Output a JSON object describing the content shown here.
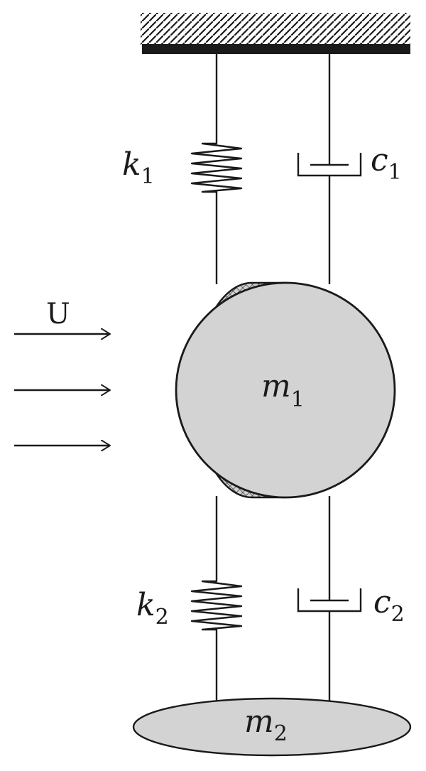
{
  "labels": {
    "spring_top": {
      "sym": "k",
      "sub": "1"
    },
    "damper_top": {
      "sym": "c",
      "sub": "1"
    },
    "spring_bottom": {
      "sym": "k",
      "sub": "2"
    },
    "damper_bottom": {
      "sym": "c",
      "sub": "2"
    },
    "mass_main": {
      "sym": "m",
      "sub": "1"
    },
    "mass_lower": {
      "sym": "m",
      "sub": "2"
    },
    "flow": "U"
  },
  "colors": {
    "line": "#1a1a1a",
    "mass_fill": "#d3d3d3",
    "hatch": "#555555"
  }
}
